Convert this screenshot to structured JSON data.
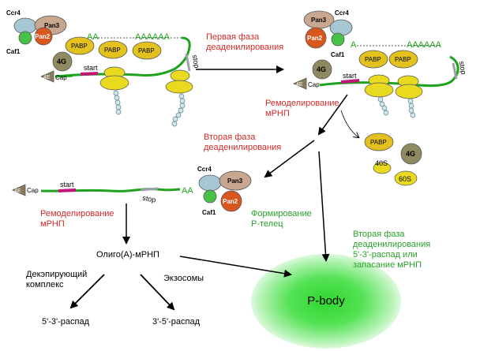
{
  "labels": {
    "phase1": [
      "Первая фаза",
      "деаденилирования"
    ],
    "remodel1": [
      "Ремоделирование",
      "мРНП"
    ],
    "phase2": [
      "Вторая фаза",
      "деаденилирования"
    ],
    "remodel2": [
      "Ремоделирование",
      "мРНП"
    ],
    "pbody_formation": [
      "Формирование",
      "Р-телец"
    ],
    "phase2_decay": [
      "Вторая фаза",
      "деаденилирования",
      "5'-3'-распад или",
      "запасание мРНП"
    ],
    "oligo": "Олиго(А)-мРНП",
    "decapping": [
      "Декэпирующий",
      "комплекс"
    ],
    "exosome": "Экзосомы",
    "decay53": "5'-3'-распад",
    "decay35": "3'-5'-распад",
    "pbody": "P-body"
  },
  "molecules": {
    "ccr4": "Ccr4",
    "pan3": "Pan3",
    "pan2": "Pan2",
    "caf1": "Caf1",
    "pabp": "PABP",
    "eif4g": "4G",
    "eif4e": "4E",
    "cap": "Cap",
    "start": "start",
    "stop": "stop",
    "s40": "40S",
    "s60": "60S",
    "polya_long": "AAAAAA",
    "polya_a": "A",
    "polya_aa": "AA"
  },
  "colors": {
    "mrna": "#1fa31f",
    "red_text": "#d42a2a",
    "green_text": "#2aa12a",
    "pabp": "#e3c21d",
    "pan2": "#d9571e",
    "pan3": "#c9a68f",
    "ccr4": "#a6c6d3",
    "caf1": "#48c148",
    "eif4g": "#8f8a62",
    "ribosome": "#e9d91f",
    "start_mark": "#c4147a",
    "pbody": "#2ed62e"
  }
}
